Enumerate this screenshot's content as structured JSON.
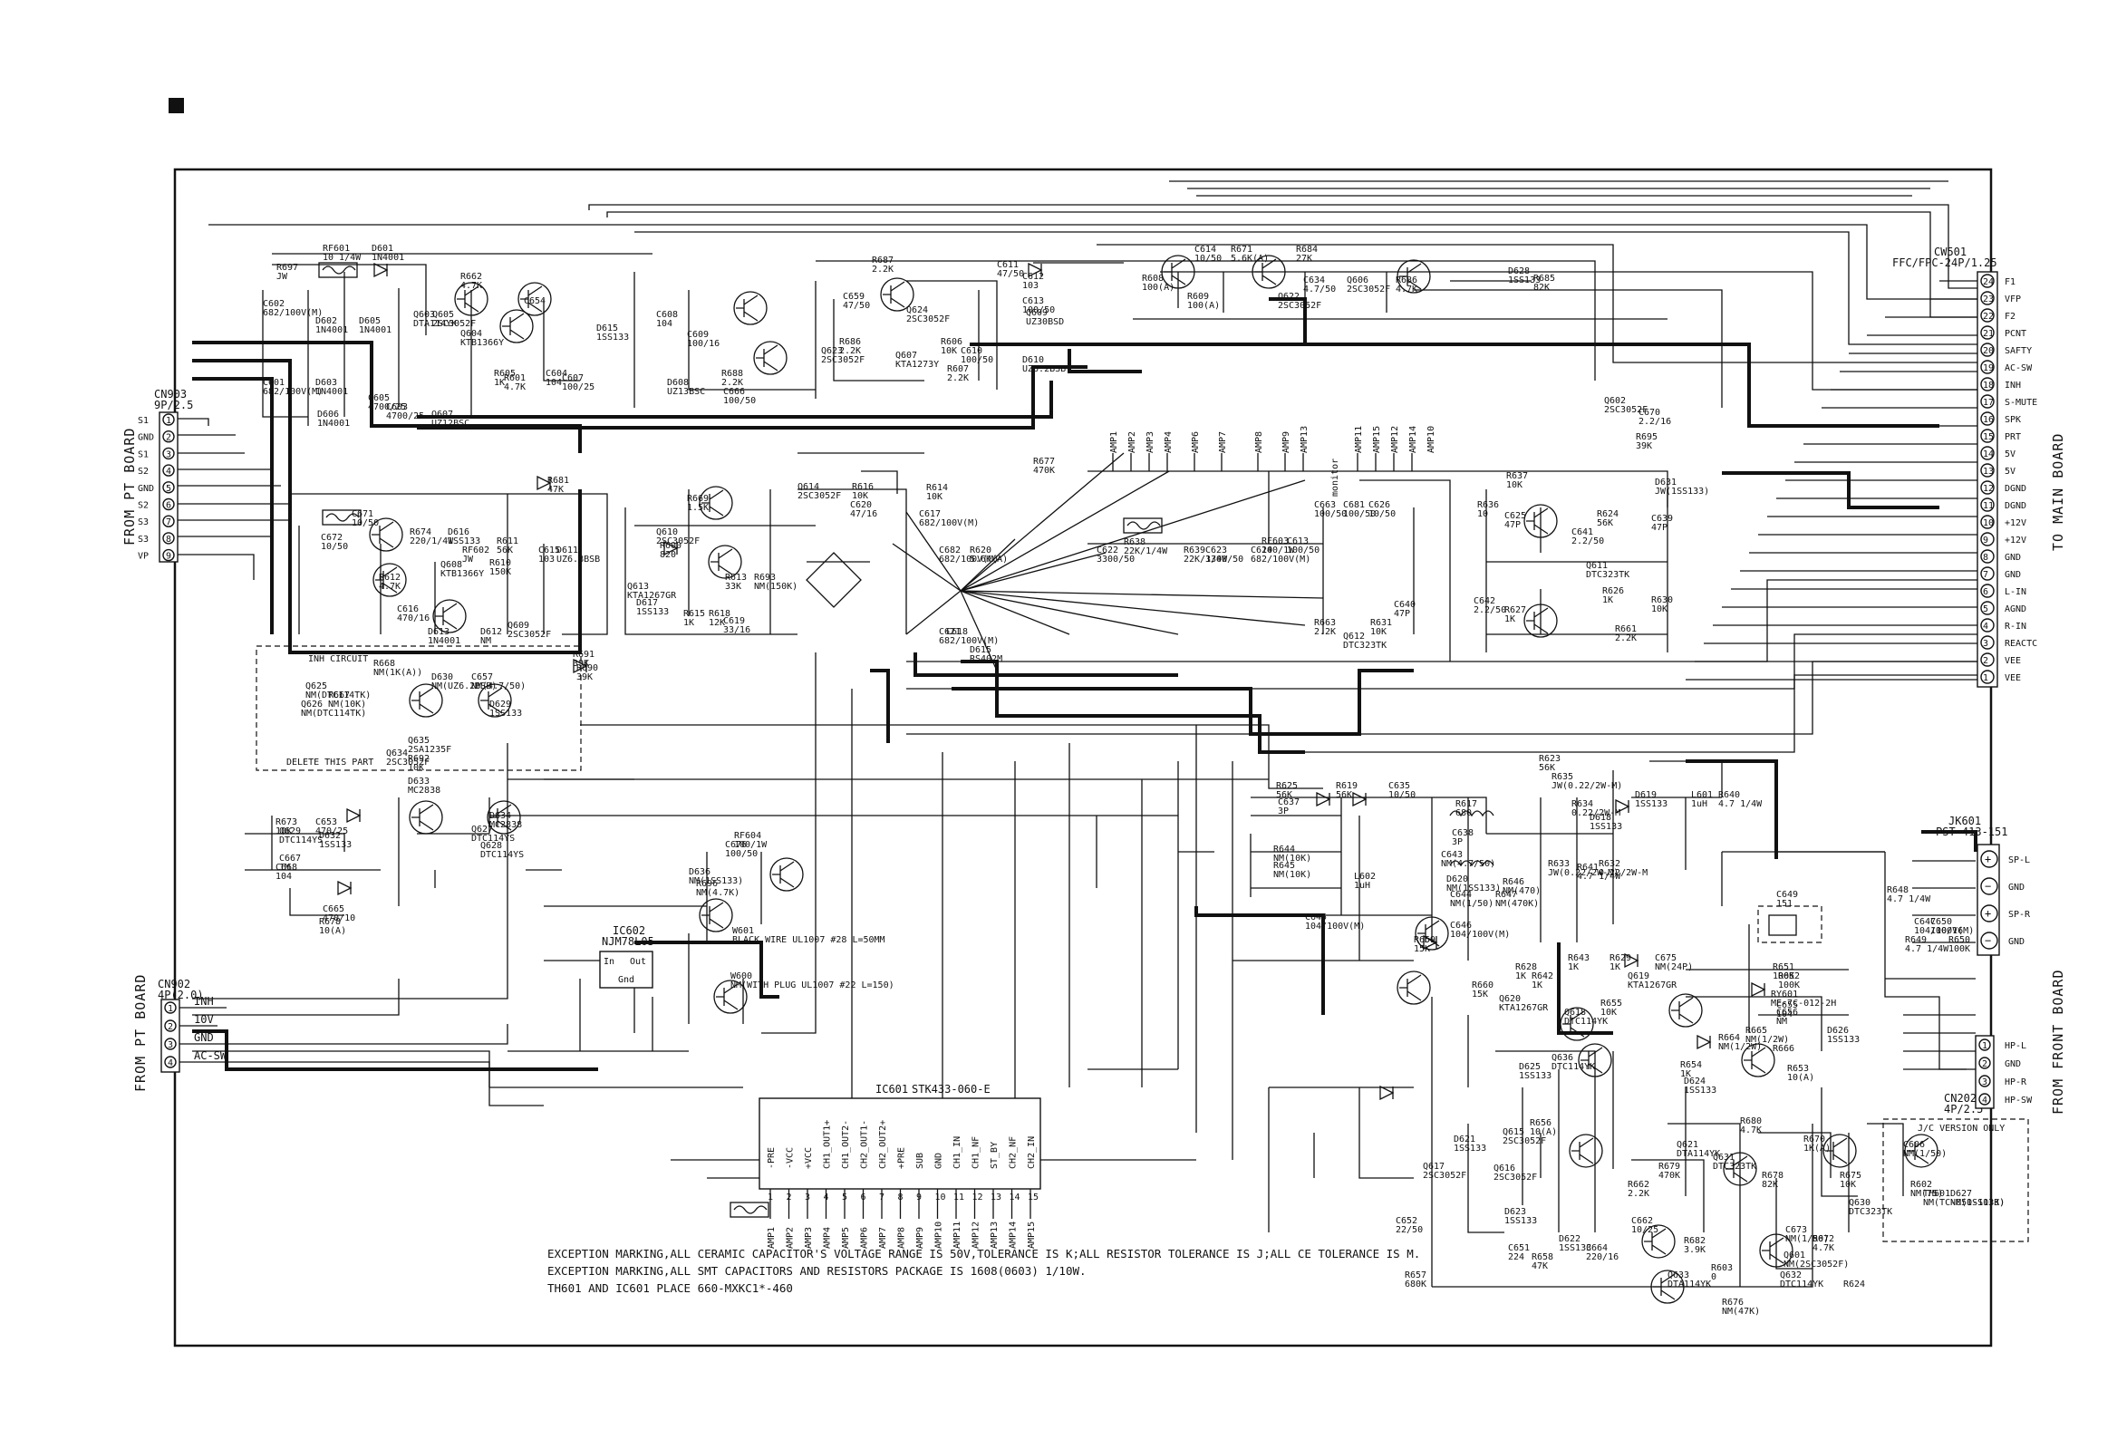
{
  "connectors": {
    "cn903": {
      "name": "CN903",
      "type": "9P/2.5",
      "pins": [
        "S1",
        "GND",
        "S1",
        "S2",
        "GND",
        "S2",
        "S3",
        "S3",
        "VP"
      ]
    },
    "cn902": {
      "name": "CN902",
      "type": "4P(2.0)",
      "pins": [
        "INH",
        "10V",
        "GND",
        "AC-SW"
      ]
    },
    "cw501": {
      "name": "CW501",
      "type": "FFC/FPC-24P/1.25",
      "pins": [
        {
          "n": "24",
          "s": "F1"
        },
        {
          "n": "23",
          "s": "VFP"
        },
        {
          "n": "22",
          "s": "F2"
        },
        {
          "n": "21",
          "s": "PCNT"
        },
        {
          "n": "20",
          "s": "SAFTY"
        },
        {
          "n": "19",
          "s": "AC-SW"
        },
        {
          "n": "18",
          "s": "INH"
        },
        {
          "n": "17",
          "s": "S-MUTE"
        },
        {
          "n": "16",
          "s": "SPK"
        },
        {
          "n": "15",
          "s": "PRT"
        },
        {
          "n": "14",
          "s": "5V"
        },
        {
          "n": "13",
          "s": "5V"
        },
        {
          "n": "12",
          "s": "DGND"
        },
        {
          "n": "11",
          "s": "DGND"
        },
        {
          "n": "10",
          "s": "+12V"
        },
        {
          "n": "9",
          "s": "+12V"
        },
        {
          "n": "8",
          "s": "GND"
        },
        {
          "n": "7",
          "s": "GND"
        },
        {
          "n": "6",
          "s": "L-IN"
        },
        {
          "n": "5",
          "s": "AGND"
        },
        {
          "n": "4",
          "s": "R-IN"
        },
        {
          "n": "3",
          "s": "REACTC"
        },
        {
          "n": "2",
          "s": "VEE"
        },
        {
          "n": "1",
          "s": "VEE"
        }
      ]
    },
    "jk601": {
      "name": "JK601",
      "type": "PST-413-151",
      "pins": [
        "SP-L",
        "GND",
        "SP-R",
        "GND"
      ]
    },
    "cn202": {
      "name": "CN202",
      "type": "4P/2.5",
      "pins": [
        "HP-L",
        "GND",
        "HP-R",
        "HP-SW"
      ]
    }
  },
  "side_labels": {
    "from_pt_board_1": "FROM PT BOARD",
    "from_pt_board_2": "FROM PT BOARD",
    "to_main_board": "TO MAIN BOARD",
    "from_front_board": "FROM FRONT BOARD"
  },
  "ic601": {
    "name": "IC601",
    "part": "STK433-060-E",
    "pins": [
      "-PRE",
      "-VCC",
      "+VCC",
      "CH1_OUT1+",
      "CH1_OUT2-",
      "CH2_OUT1-",
      "CH2_OUT2+",
      "+PRE",
      "SUB",
      "GND",
      "CH1_IN",
      "CH1_NF",
      "ST_BY",
      "CH2_NF",
      "CH2_IN"
    ],
    "amp_labels": [
      "AMP1",
      "AMP2",
      "AMP3",
      "AMP4",
      "AMP5",
      "AMP6",
      "AMP7",
      "AMP8",
      "AMP9",
      "AMP10",
      "AMP11",
      "AMP12",
      "AMP13",
      "AMP14",
      "AMP15"
    ]
  },
  "ic602": {
    "name": "IC602",
    "part": "NJM78L05",
    "pins": [
      "In",
      "Out",
      "Gnd"
    ]
  },
  "amp_bus": [
    "AMP1",
    "AMP2",
    "AMP3",
    "AMP4",
    "AMP6",
    "AMP7",
    "AMP8",
    "AMP9",
    "AMP13",
    "AMP11",
    "AMP15",
    "AMP12",
    "AMP14",
    "AMP10"
  ],
  "monitor_label": "monitor",
  "components": [
    {
      "ref": "RF601",
      "val": "10 1/4W"
    },
    {
      "ref": "D601",
      "val": "1N4001"
    },
    {
      "ref": "R697",
      "val": "JW"
    },
    {
      "ref": "C602",
      "val": "682/100V(M)"
    },
    {
      "ref": "C601",
      "val": "682/100V(M)"
    },
    {
      "ref": "D602",
      "val": "1N4001"
    },
    {
      "ref": "D603",
      "val": "1N4001"
    },
    {
      "ref": "D605",
      "val": "1N4001"
    },
    {
      "ref": "D606",
      "val": "1N4001"
    },
    {
      "ref": "C605",
      "val": "4700/25"
    },
    {
      "ref": "C603",
      "val": "4700/25"
    },
    {
      "ref": "R662",
      "val": "4.7K"
    },
    {
      "ref": "C654",
      "val": ""
    },
    {
      "ref": "Q604",
      "val": "KTB1366Y"
    },
    {
      "ref": "Q605",
      "val": "2SC3052F"
    },
    {
      "ref": "Q603",
      "val": "DTA114YK"
    },
    {
      "ref": "Q607",
      "val": "UZ12BSC"
    },
    {
      "ref": "R605",
      "val": "1K"
    },
    {
      "ref": "R601",
      "val": "4.7K"
    },
    {
      "ref": "C604",
      "val": "104"
    },
    {
      "ref": "C607",
      "val": "100/25"
    },
    {
      "ref": "D615",
      "val": "1SS133"
    },
    {
      "ref": "C608",
      "val": "104"
    },
    {
      "ref": "C609",
      "val": "100/16"
    },
    {
      "ref": "D608",
      "val": "UZ13BSC"
    },
    {
      "ref": "R688",
      "val": "2.2K"
    },
    {
      "ref": "C666",
      "val": "100/50"
    },
    {
      "ref": "R687",
      "val": "2.2K"
    },
    {
      "ref": "C659",
      "val": "47/50"
    },
    {
      "ref": "Q624",
      "val": "2SC3052F"
    },
    {
      "ref": "R686",
      "val": "2.2K"
    },
    {
      "ref": "Q623",
      "val": "2SC3052F"
    },
    {
      "ref": "Q607",
      "val": "KTA1273Y"
    },
    {
      "ref": "R606",
      "val": "10K"
    },
    {
      "ref": "R607",
      "val": "2.2K"
    },
    {
      "ref": "C610",
      "val": "100/50"
    },
    {
      "ref": "C611",
      "val": "47/50"
    },
    {
      "ref": "C612",
      "val": "103"
    },
    {
      "ref": "C613",
      "val": "100/50"
    },
    {
      "ref": "Q609",
      "val": "UZ30BSD"
    },
    {
      "ref": "D610",
      "val": "UZ6.2BSB"
    },
    {
      "ref": "R608",
      "val": "100(A)"
    },
    {
      "ref": "C614",
      "val": "10/50"
    },
    {
      "ref": "R609",
      "val": "100(A)"
    },
    {
      "ref": "R671",
      "val": "5.6K(A)"
    },
    {
      "ref": "Q622",
      "val": "2SC3052F"
    },
    {
      "ref": "R684",
      "val": "27K"
    },
    {
      "ref": "C634",
      "val": "4.7/50"
    },
    {
      "ref": "Q606",
      "val": "2SC3052F"
    },
    {
      "ref": "R686",
      "val": "4.7K"
    },
    {
      "ref": "D628",
      "val": "1SS133"
    },
    {
      "ref": "R685",
      "val": "82K"
    },
    {
      "ref": "Q602",
      "val": "2SC3052F"
    },
    {
      "ref": "C670",
      "val": "2.2/16"
    },
    {
      "ref": "R695",
      "val": "39K"
    },
    {
      "ref": "D631",
      "val": "JW(1SS133)"
    },
    {
      "ref": "R677",
      "val": "470K"
    },
    {
      "ref": "R681",
      "val": "47K"
    },
    {
      "ref": "C671",
      "val": "10/50"
    },
    {
      "ref": "C672",
      "val": "10/50"
    },
    {
      "ref": "R674",
      "val": "220/1/4W"
    },
    {
      "ref": "D616",
      "val": "1SS133"
    },
    {
      "ref": "Q608",
      "val": "KTB1366Y"
    },
    {
      "ref": "RF602",
      "val": "JW"
    },
    {
      "ref": "R610",
      "val": "150K"
    },
    {
      "ref": "R611",
      "val": "56K"
    },
    {
      "ref": "C615",
      "val": "103"
    },
    {
      "ref": "D611",
      "val": "UZ6.8BSB"
    },
    {
      "ref": "R612",
      "val": "4.7K"
    },
    {
      "ref": "C616",
      "val": "470/16"
    },
    {
      "ref": "D613",
      "val": "1N4001"
    },
    {
      "ref": "D612",
      "val": "NM"
    },
    {
      "ref": "Q609",
      "val": "2SC3052F"
    },
    {
      "ref": "R669",
      "val": "1.5K"
    },
    {
      "ref": "Q610",
      "val": "2SC3052F"
    },
    {
      "ref": "R600",
      "val": "820"
    },
    {
      "ref": "Q613",
      "val": "KTA1267GR"
    },
    {
      "ref": "D617",
      "val": "1SS133"
    },
    {
      "ref": "R615",
      "val": "1K"
    },
    {
      "ref": "R618",
      "val": "12K"
    },
    {
      "ref": "R613",
      "val": "33K"
    },
    {
      "ref": "C619",
      "val": "33/16"
    },
    {
      "ref": "R693",
      "val": "NM(150K)"
    },
    {
      "ref": "Q614",
      "val": "2SC3052F"
    },
    {
      "ref": "R616",
      "val": "10K"
    },
    {
      "ref": "C620",
      "val": "47/16"
    },
    {
      "ref": "R614",
      "val": "10K"
    },
    {
      "ref": "C617",
      "val": "682/100V(M)"
    },
    {
      "ref": "C618",
      "val": ""
    },
    {
      "ref": "C682",
      "val": "682/100V(M)"
    },
    {
      "ref": "R620",
      "val": "5.6K(A)"
    },
    {
      "ref": "C621",
      "val": "682/100V(M)"
    },
    {
      "ref": "D615",
      "val": "RS402M"
    },
    {
      "ref": "R638",
      "val": "22K/1/4W"
    },
    {
      "ref": "C622",
      "val": "3300/50"
    },
    {
      "ref": "R639",
      "val": "22K/1/4W"
    },
    {
      "ref": "C623",
      "val": "3300/50"
    },
    {
      "ref": "C624",
      "val": "682/100V(M)"
    },
    {
      "ref": "RF603",
      "val": "100/1W"
    },
    {
      "ref": "C613",
      "val": "100/50"
    },
    {
      "ref": "C663",
      "val": "100/50"
    },
    {
      "ref": "C681",
      "val": "100/50"
    },
    {
      "ref": "C626",
      "val": "10/50"
    },
    {
      "ref": "R637",
      "val": "10K"
    },
    {
      "ref": "R636",
      "val": "10"
    },
    {
      "ref": "C625",
      "val": "47P"
    },
    {
      "ref": "C641",
      "val": "2.2/50"
    },
    {
      "ref": "R624",
      "val": "56K"
    },
    {
      "ref": "C639",
      "val": "47P"
    },
    {
      "ref": "Q611",
      "val": "DTC323TK"
    },
    {
      "ref": "R626",
      "val": "1K"
    },
    {
      "ref": "R661",
      "val": "2.2K"
    },
    {
      "ref": "R630",
      "val": "10K"
    },
    {
      "ref": "C642",
      "val": "2.2/50"
    },
    {
      "ref": "R627",
      "val": "1K"
    },
    {
      "ref": "R663",
      "val": "2.2K"
    },
    {
      "ref": "Q612",
      "val": "DTC323TK"
    },
    {
      "ref": "R631",
      "val": "10K"
    },
    {
      "ref": "C640",
      "val": "47P"
    },
    {
      "ref": "R625",
      "val": "56K"
    },
    {
      "ref": "C637",
      "val": "3P"
    },
    {
      "ref": "R619",
      "val": "56K"
    },
    {
      "ref": "C635",
      "val": "10/50"
    },
    {
      "ref": "R617",
      "val": "680"
    },
    {
      "ref": "C638",
      "val": "3P"
    },
    {
      "ref": "R623",
      "val": "56K"
    },
    {
      "ref": "R635",
      "val": "JW(0.22/2W-M)"
    },
    {
      "ref": "R634",
      "val": "0.22/2W-M"
    },
    {
      "ref": "D618",
      "val": "1SS133"
    },
    {
      "ref": "D619",
      "val": "1SS133"
    },
    {
      "ref": "L601",
      "val": "1uH"
    },
    {
      "ref": "R640",
      "val": "4.7 1/4W"
    },
    {
      "ref": "R644",
      "val": "NM(10K)"
    },
    {
      "ref": "R645",
      "val": "NM(10K)"
    },
    {
      "ref": "C643",
      "val": "NM(4.7/50)"
    },
    {
      "ref": "D620",
      "val": "NM(1SS133)"
    },
    {
      "ref": "R646",
      "val": "NM(470)"
    },
    {
      "ref": "C644",
      "val": "NM(1/50)"
    },
    {
      "ref": "R647",
      "val": "NM(470K)"
    },
    {
      "ref": "R633",
      "val": "JW(0.22/2W-M)"
    },
    {
      "ref": "R641",
      "val": "4.7 1/4W"
    },
    {
      "ref": "R632",
      "val": "0.22/2W-M"
    },
    {
      "ref": "L602",
      "val": "1uH"
    },
    {
      "ref": "C645",
      "val": "104/100V(M)"
    },
    {
      "ref": "C646",
      "val": "104/100V(M)"
    },
    {
      "ref": "R659",
      "val": "15K"
    },
    {
      "ref": "R660",
      "val": "15K"
    },
    {
      "ref": "R628",
      "val": "1K"
    },
    {
      "ref": "Q620",
      "val": "KTA1267GR"
    },
    {
      "ref": "R642",
      "val": "1K"
    },
    {
      "ref": "R643",
      "val": "1K"
    },
    {
      "ref": "R629",
      "val": "1K"
    },
    {
      "ref": "Q619",
      "val": "KTA1267GR"
    },
    {
      "ref": "C675",
      "val": "NM(24P)"
    },
    {
      "ref": "C649",
      "val": "151"
    },
    {
      "ref": "R648",
      "val": "4.7 1/4W"
    },
    {
      "ref": "R649",
      "val": "4.7 1/4W"
    },
    {
      "ref": "C647",
      "val": "104/100V(M)"
    },
    {
      "ref": "C650",
      "val": "100/16"
    },
    {
      "ref": "R650",
      "val": "100K"
    },
    {
      "ref": "R651",
      "val": "100K"
    },
    {
      "ref": "R652",
      "val": "100K"
    },
    {
      "ref": "RY601",
      "val": "ME-7C-012-2H"
    },
    {
      "ref": "C655",
      "val": "104"
    },
    {
      "ref": "C656",
      "val": "NM"
    },
    {
      "ref": "R664",
      "val": "NM(1/2W)"
    },
    {
      "ref": "R665",
      "val": "NM(1/2W)"
    },
    {
      "ref": "R666",
      "val": ""
    },
    {
      "ref": "R653",
      "val": "10(A)"
    },
    {
      "ref": "D626",
      "val": "1SS133"
    },
    {
      "ref": "D624",
      "val": "1SS133"
    },
    {
      "ref": "R654",
      "val": "1K"
    },
    {
      "ref": "R655",
      "val": "10K"
    },
    {
      "ref": "Q618",
      "val": "DTC114YK"
    },
    {
      "ref": "Q636",
      "val": "DTC114YK"
    },
    {
      "ref": "D625",
      "val": "1SS133"
    },
    {
      "ref": "R656",
      "val": "10(A)"
    },
    {
      "ref": "Q615",
      "val": "2SC3052F"
    },
    {
      "ref": "Q616",
      "val": "2SC3052F"
    },
    {
      "ref": "D621",
      "val": "1SS133"
    },
    {
      "ref": "Q617",
      "val": "2SC3052F"
    },
    {
      "ref": "D623",
      "val": "1SS133"
    },
    {
      "ref": "C652",
      "val": "22/50"
    },
    {
      "ref": "R657",
      "val": "680K"
    },
    {
      "ref": "C651",
      "val": "224"
    },
    {
      "ref": "R658",
      "val": "47K"
    },
    {
      "ref": "D622",
      "val": "1SS133"
    },
    {
      "ref": "C664",
      "val": "220/16"
    },
    {
      "ref": "R662",
      "val": "2.2K"
    },
    {
      "ref": "C662",
      "val": "10/25"
    },
    {
      "ref": "R682",
      "val": "3.9K"
    },
    {
      "ref": "Q633",
      "val": "DTA114YK"
    },
    {
      "ref": "R603",
      "val": "0"
    },
    {
      "ref": "Q621",
      "val": "DTA114YK"
    },
    {
      "ref": "R679",
      "val": "470K"
    },
    {
      "ref": "R680",
      "val": "4.7K"
    },
    {
      "ref": "Q631",
      "val": "DTC323TK"
    },
    {
      "ref": "R678",
      "val": "82K"
    },
    {
      "ref": "R670",
      "val": "1K(A)"
    },
    {
      "ref": "R675",
      "val": "10K"
    },
    {
      "ref": "Q630",
      "val": "DTC323TK"
    },
    {
      "ref": "R672",
      "val": "4.7K"
    },
    {
      "ref": "Q632",
      "val": "DTC114YK"
    },
    {
      "ref": "C673",
      "val": "NM(1/50)"
    },
    {
      "ref": "R676",
      "val": "NM(47K)"
    },
    {
      "ref": "R624",
      "val": ""
    },
    {
      "ref": "Q601",
      "val": "NM(2SC3052F)"
    },
    {
      "ref": "C606",
      "val": "NM(1/50)"
    },
    {
      "ref": "R602",
      "val": "NM(75)"
    },
    {
      "ref": "TH601",
      "val": "NM(TC-050-103K)"
    },
    {
      "ref": "D627",
      "val": "NM(1SS133)"
    },
    {
      "ref": "Q625",
      "val": "NM(DTC114TK)"
    },
    {
      "ref": "R668",
      "val": "NM(1K(A))"
    },
    {
      "ref": "R667",
      "val": "NM(10K)"
    },
    {
      "ref": "Q626",
      "val": "NM(DTC114TK)"
    },
    {
      "ref": "D630",
      "val": "NM(UZ6.2BSB)"
    },
    {
      "ref": "C657",
      "val": "NM(4.7/50)"
    },
    {
      "ref": "D629",
      "val": "1SS133"
    },
    {
      "ref": "Q635",
      "val": "2SA1235F"
    },
    {
      "ref": "Q634",
      "val": "2SC3052F"
    },
    {
      "ref": "R692",
      "val": "10K"
    },
    {
      "ref": "R691",
      "val": "39K"
    },
    {
      "ref": "R690",
      "val": "39K"
    },
    {
      "ref": "D633",
      "val": "MC2838"
    },
    {
      "ref": "D634",
      "val": "MC2838"
    },
    {
      "ref": "Q627",
      "val": "DTC114YS"
    },
    {
      "ref": "Q628",
      "val": "DTC114YS"
    },
    {
      "ref": "R673",
      "val": "10K"
    },
    {
      "ref": "Q629",
      "val": "DTC114YS"
    },
    {
      "ref": "C667",
      "val": "1M"
    },
    {
      "ref": "C668",
      "val": "104"
    },
    {
      "ref": "C653",
      "val": "470/25"
    },
    {
      "ref": "D632",
      "val": "1SS133"
    },
    {
      "ref": "C665",
      "val": "470/10"
    },
    {
      "ref": "R678",
      "val": "10(A)"
    },
    {
      "ref": "RF604",
      "val": "100/1W"
    },
    {
      "ref": "C676",
      "val": "100/50"
    },
    {
      "ref": "D636",
      "val": "NM(1SS133)"
    },
    {
      "ref": "R696",
      "val": "NM(4.7K)"
    },
    {
      "ref": "W601",
      "val": "BLACK WIRE UL1007 #28 L=50MM"
    },
    {
      "ref": "W600",
      "val": "NM(WITH PLUG UL1007 #22 L=150)"
    }
  ],
  "inh_circuit": {
    "title": "INH CIRCUIT",
    "note": "DELETE THIS PART"
  },
  "jc_version": "J/C VERSION ONLY",
  "notes": [
    "EXCEPTION MARKING,ALL CERAMIC CAPACITOR'S VOLTAGE RANGE IS 50V,TOLERANCE IS K;ALL RESISTOR TOLERANCE IS J;ALL CE TOLERANCE IS M.",
    "EXCEPTION MARKING,ALL SMT CAPACITORS AND RESISTORS PACKAGE IS 1608(0603) 1/10W.",
    "TH601 AND IC601 PLACE 660-MXKC1*-460"
  ]
}
